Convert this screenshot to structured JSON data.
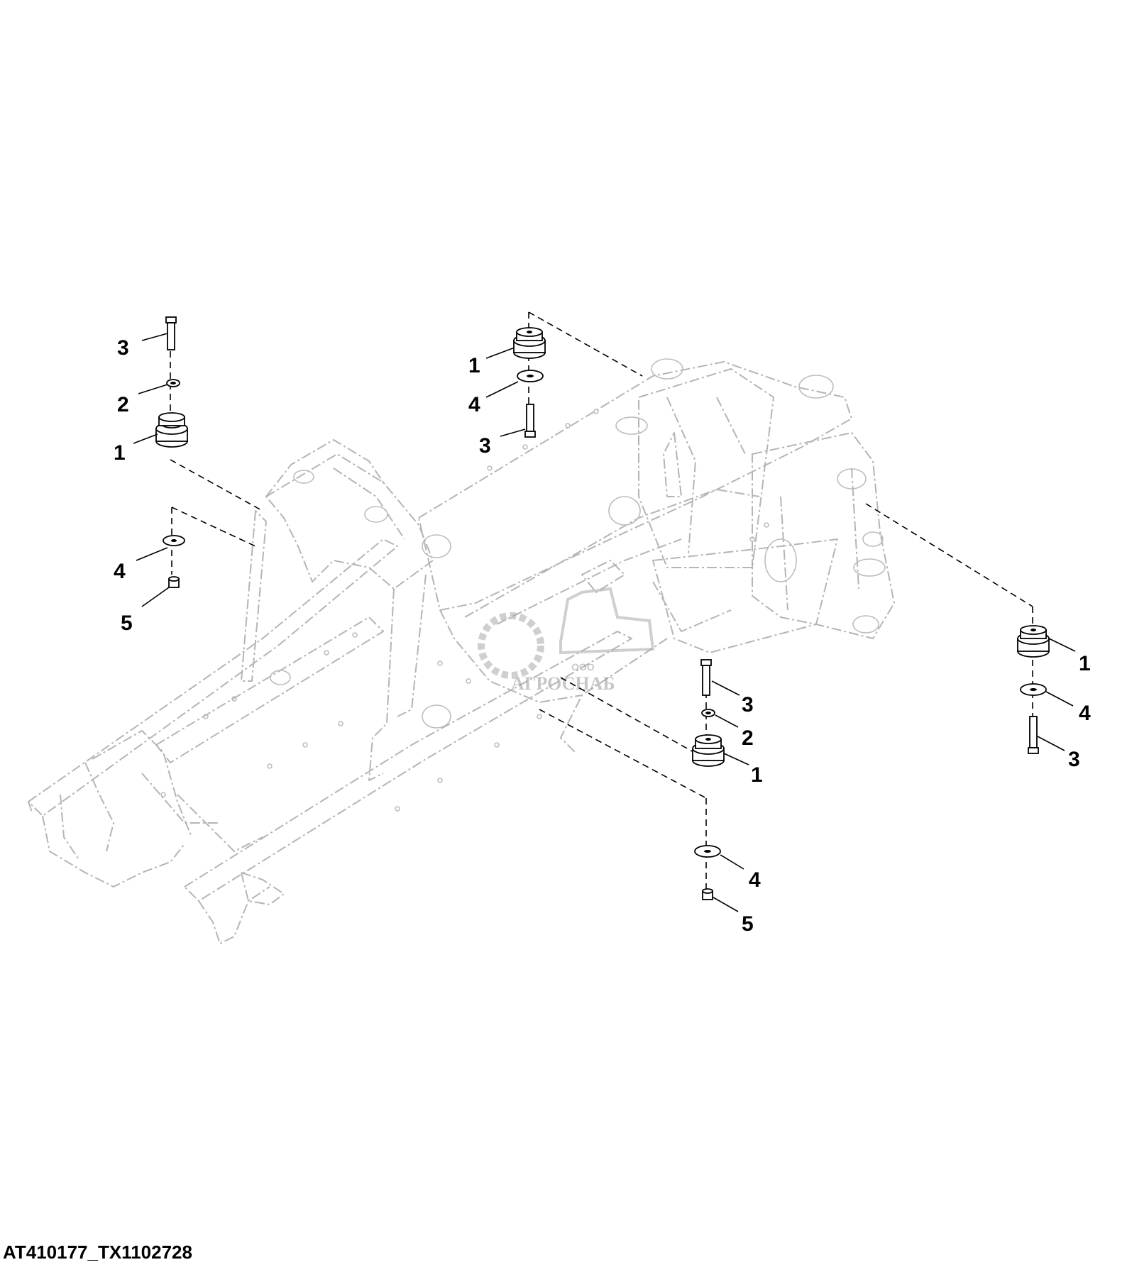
{
  "figure": {
    "id": "AT410177_TX1102728"
  },
  "watermark": {
    "company_form": "ООО",
    "company_name": "АГРОСНАБ"
  },
  "callouts": {
    "a": [
      "3",
      "2",
      "1"
    ],
    "b": [
      "4",
      "5"
    ],
    "c": [
      "1",
      "4",
      "3"
    ],
    "d": [
      "3",
      "2",
      "1"
    ],
    "e": [
      "4",
      "5"
    ],
    "f": [
      "1",
      "4",
      "3"
    ]
  },
  "colors": {
    "frame_line": "#b5b5b5",
    "callout": "#000000",
    "watermark": "#a8a8a8"
  }
}
